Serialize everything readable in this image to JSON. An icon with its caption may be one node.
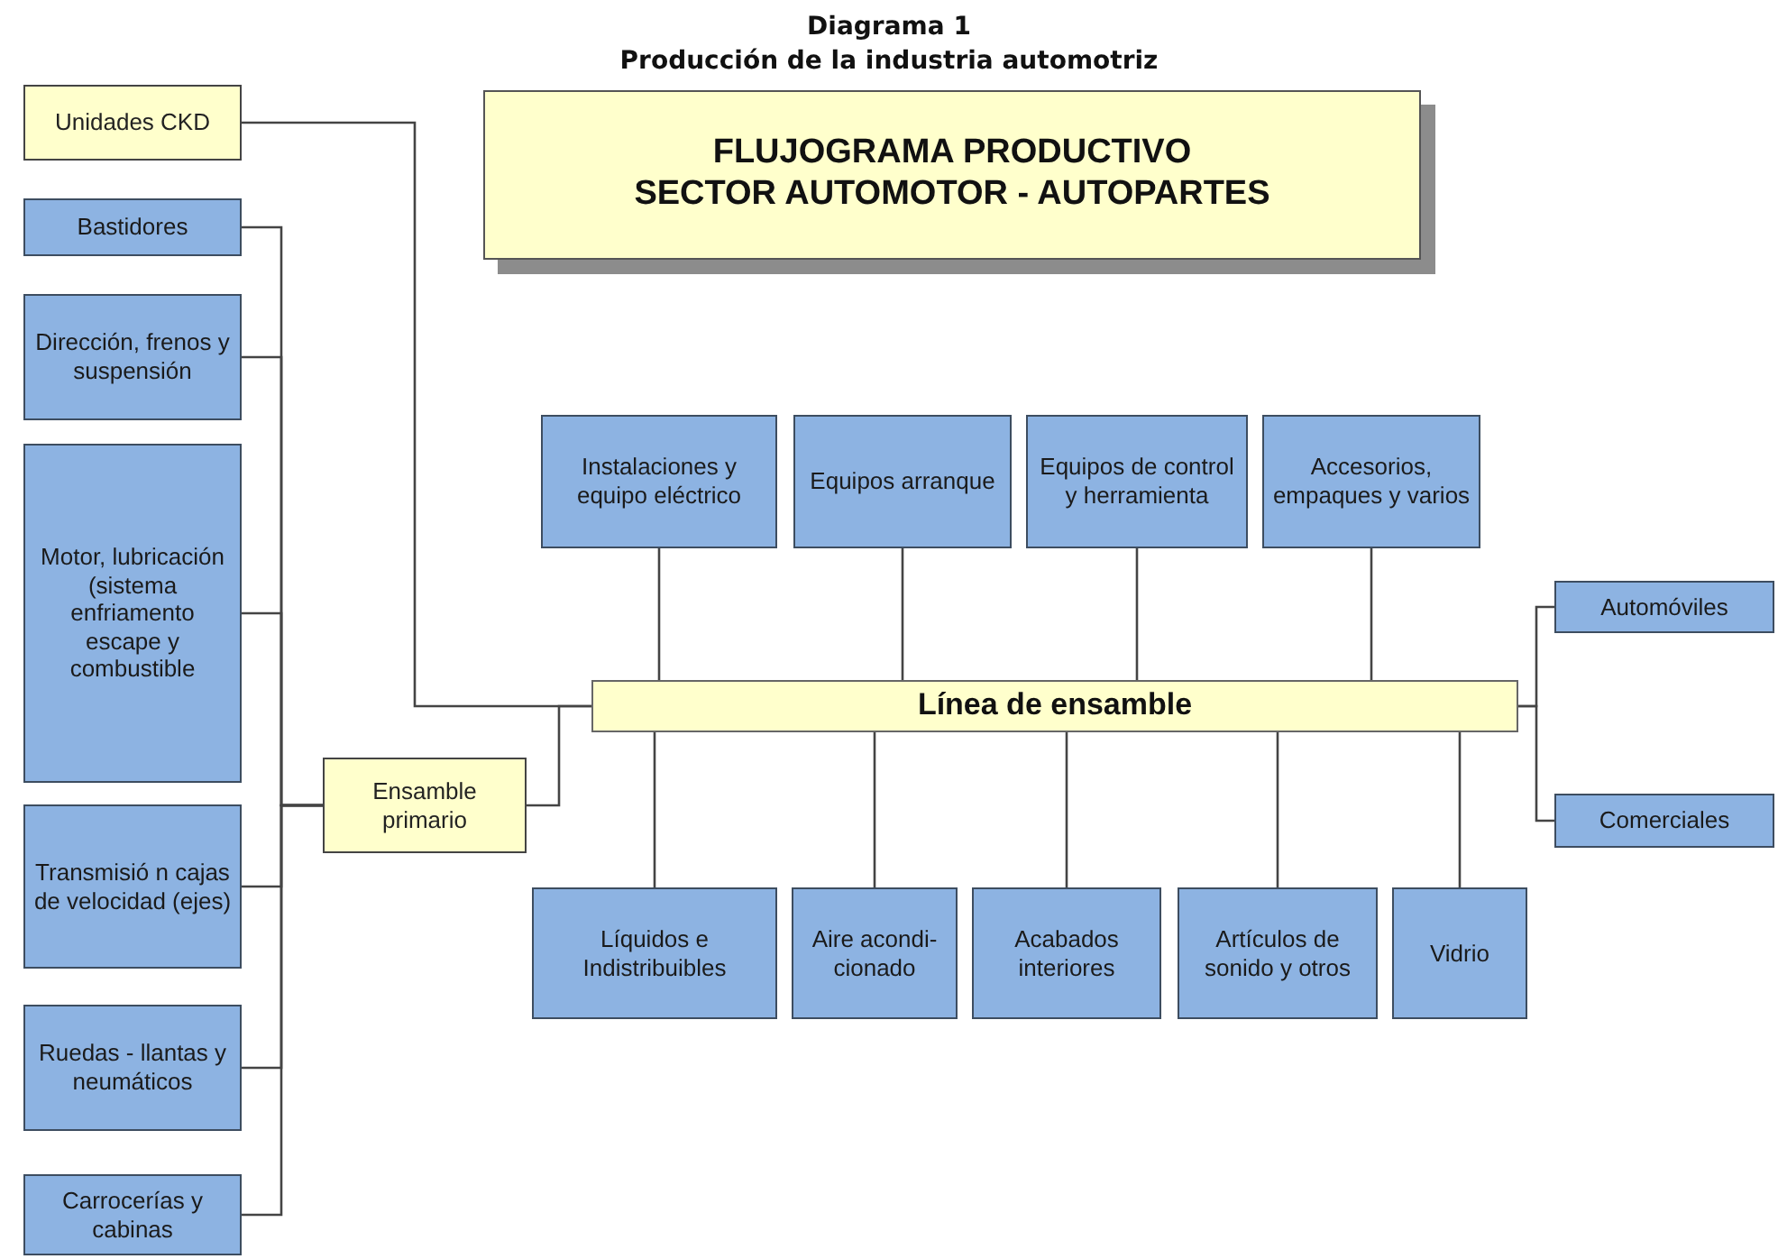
{
  "diagram": {
    "title": "Diagrama 1",
    "nodes": [
      {
        "text": [
          "FLUJOGRAMA PRODUCTIVO",
          "SECTOR AUTOMOTOR - AUTOPARTES"
        ]
      },
      {
        "text": [
          "Unidades CKD"
        ]
      },
      {
        "text": [
          "Bastidores"
        ]
      },
      {
        "text": [
          "Dirección, frenos y suspensión"
        ]
      },
      {
        "text": [
          "Motor, lubricación (sistema enfriamento escape y combustible"
        ]
      },
      {
        "text": [
          "Transmisió n cajas de velocidad (ejes)"
        ]
      },
      {
        "text": [
          "Ruedas - llantas y neumáticos"
        ]
      },
      {
        "text": [
          "Carrocerías y cabinas"
        ]
      },
      {
        "text": [
          "Ensamble primario"
        ]
      },
      {
        "text": [
          "Línea de ensamble"
        ]
      },
      {
        "text": [
          "Instalaciones y equipo eléctrico"
        ]
      },
      {
        "text": [
          "Equipos arranque"
        ]
      },
      {
        "text": [
          "Equipos de control y herramienta"
        ]
      },
      {
        "text": [
          "Accesorios, empaques y varios"
        ]
      },
      {
        "text": [
          "Líquidos e Indistribuibles"
        ]
      },
      {
        "text": [
          "Aire acondi- cionado"
        ]
      },
      {
        "text": [
          "Acabados interiores"
        ]
      },
      {
        "text": [
          "Artículos de sonido y otros"
        ]
      },
      {
        "text": [
          "Vidrio"
        ]
      },
      {
        "text": [
          "Automóviles"
        ]
      },
      {
        "text": [
          "Comerciales"
        ]
      }
    ],
    "edges": [
      {
        "from": 2,
        "to": 8,
        "arrow": "none"
      },
      {
        "from": 3,
        "to": 8,
        "arrow": "none"
      },
      {
        "from": 4,
        "to": 8,
        "arrow": "none"
      },
      {
        "from": 5,
        "to": 8,
        "arrow": "none"
      },
      {
        "from": 6,
        "to": 8,
        "arrow": "none"
      },
      {
        "from": 7,
        "to": 8,
        "arrow": "none"
      },
      {
        "from": 1,
        "to": 9,
        "arrow": "none"
      },
      {
        "from": 8,
        "to": 9,
        "arrow": "none"
      },
      {
        "from": 10,
        "to": 9,
        "arrow": "none"
      },
      {
        "from": 11,
        "to": 9,
        "arrow": "none"
      },
      {
        "from": 12,
        "to": 9,
        "arrow": "none"
      },
      {
        "from": 13,
        "to": 9,
        "arrow": "none"
      },
      {
        "from": 9,
        "to": 14,
        "arrow": "none"
      },
      {
        "from": 9,
        "to": 15,
        "arrow": "none"
      },
      {
        "from": 9,
        "to": 16,
        "arrow": "none"
      },
      {
        "from": 9,
        "to": 17,
        "arrow": "none"
      },
      {
        "from": 9,
        "to": 18,
        "arrow": "none"
      },
      {
        "from": 9,
        "to": 19,
        "arrow": "none"
      },
      {
        "from": 9,
        "to": 20,
        "arrow": "none"
      }
    ],
    "labels": [
      "Producción de la industria automotriz"
    ]
  }
}
